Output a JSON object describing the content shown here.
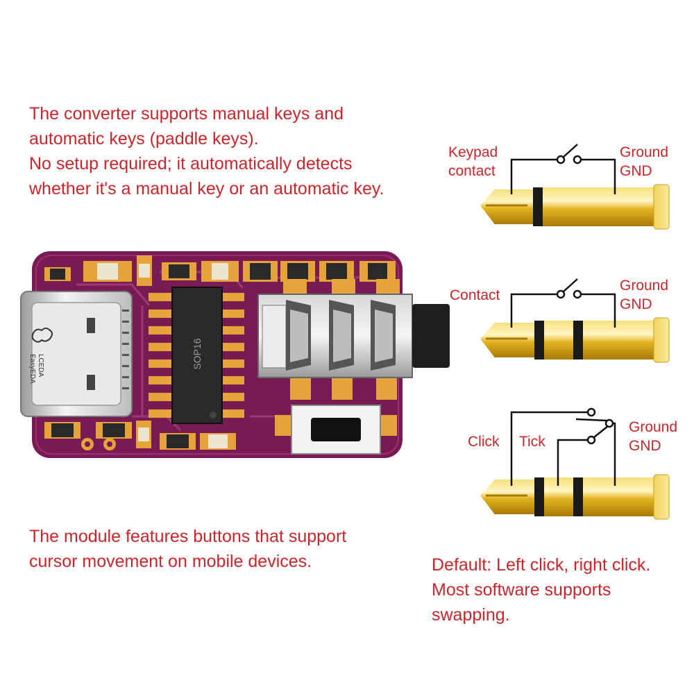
{
  "top_text": {
    "lines": [
      "The converter supports manual keys and",
      "automatic keys (paddle keys).",
      "No setup required; it automatically detects",
      "whether it's a manual key or an automatic key."
    ]
  },
  "module_text": {
    "lines": [
      "The module features buttons that support",
      "cursor movement on mobile devices."
    ]
  },
  "default_text": {
    "lines": [
      "Default: Left click, right click.",
      "Most software supports",
      "swapping."
    ]
  },
  "pcb": {
    "chip_label": "SOP16",
    "brand_top": "LCEDA",
    "brand_bottom": "EasyEDA",
    "colors": {
      "board": "#7a1a55",
      "pad": "#e8a23a",
      "chip": "#2a2a2a"
    }
  },
  "plugs": [
    {
      "left_labels": [
        "Keypad",
        "contact"
      ],
      "right_labels": [
        "Ground",
        "GND"
      ],
      "type": "two-conductor"
    },
    {
      "left_labels": [
        "Contact"
      ],
      "right_labels": [
        "Ground",
        "GND"
      ],
      "type": "three-conductor"
    },
    {
      "left_labels": [
        "Click",
        "Tick"
      ],
      "right_labels": [
        "Ground",
        "GND"
      ],
      "type": "three-conductor-dual-switch"
    }
  ],
  "colors": {
    "accent_text": "#c8262c",
    "gold": "#e3b320"
  }
}
